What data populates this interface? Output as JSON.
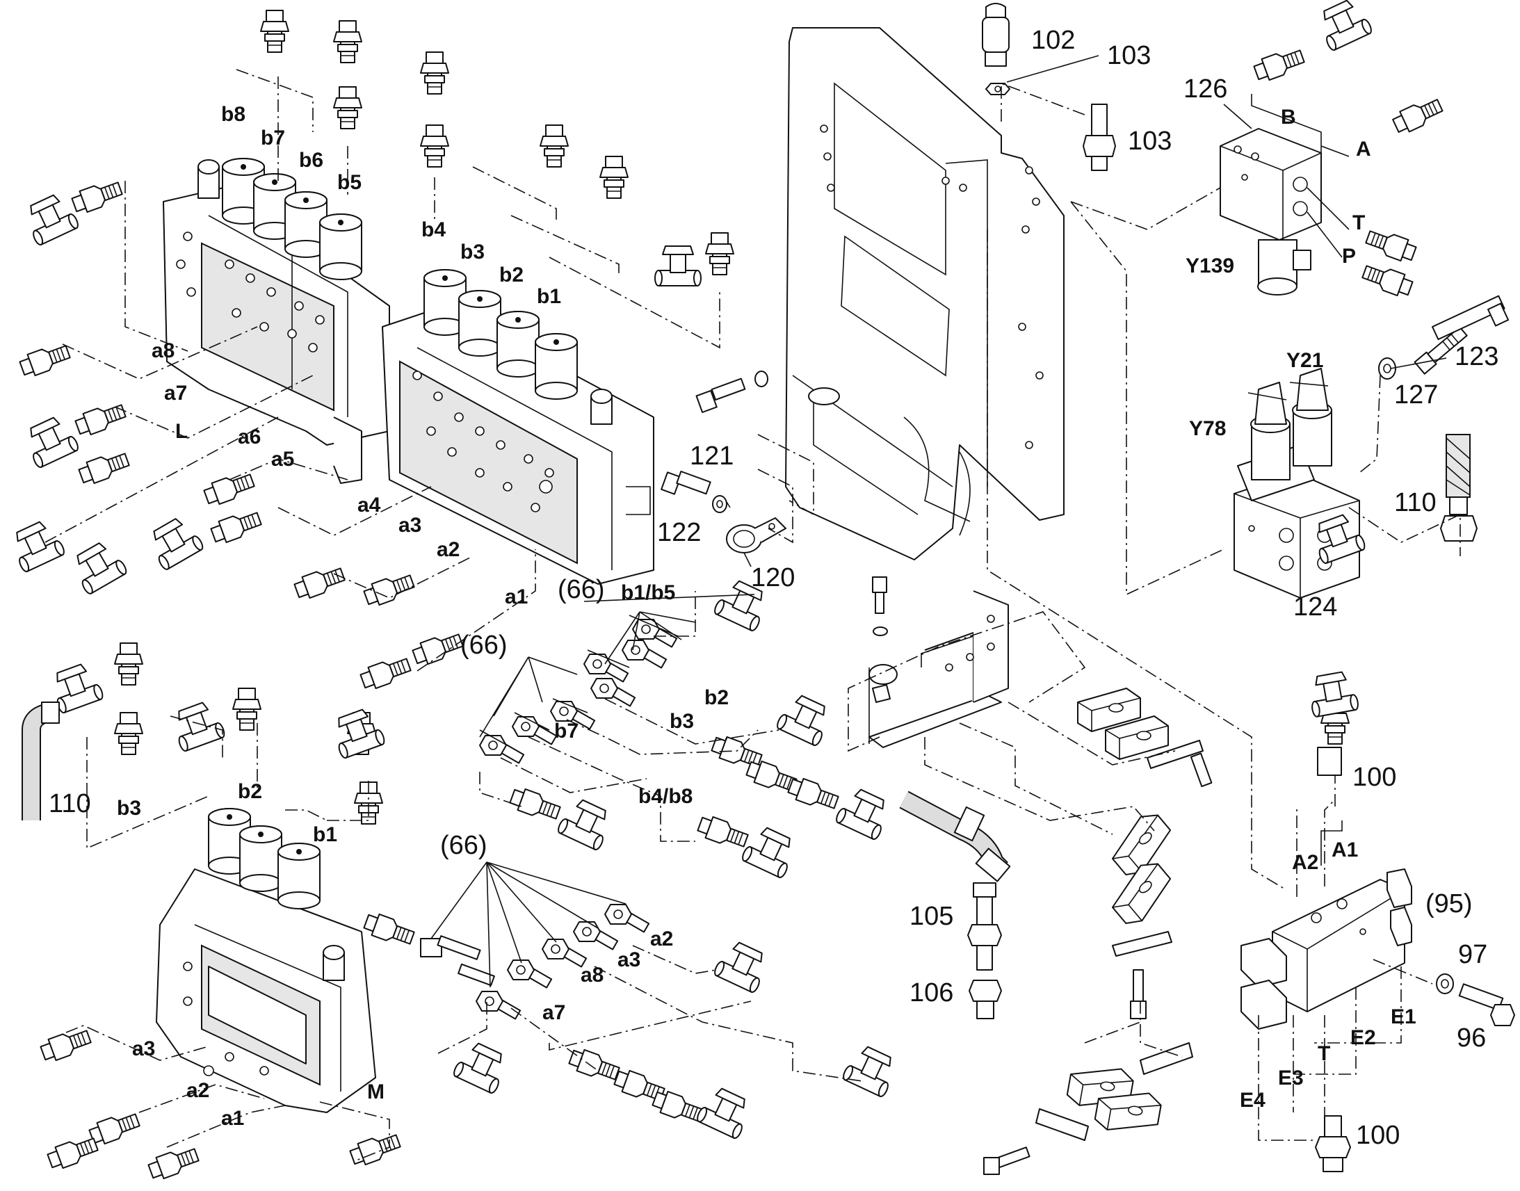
{
  "labels": {
    "p102": "102",
    "p103a": "103",
    "p103b": "103",
    "p126": "126",
    "pB": "B",
    "pA": "A",
    "pT": "T",
    "pP": "P",
    "pY139": "Y139",
    "p123": "123",
    "pY21": "Y21",
    "pY78": "Y78",
    "p127": "127",
    "p110a": "110",
    "p124": "124",
    "b8": "b8",
    "b7": "b7",
    "b6": "b6",
    "b5": "b5",
    "b4": "b4",
    "b3": "b3",
    "b2": "b2",
    "b1": "b1",
    "a8": "a8",
    "a7": "a7",
    "L": "L",
    "a6": "a6",
    "a5": "a5",
    "a4": "a4",
    "a3": "a3",
    "a2": "a2",
    "a1": "a1",
    "p121": "121",
    "p122": "122",
    "p120": "120",
    "p66a": "(66)",
    "pb1b5": "b1/b5",
    "p66b": "(66)",
    "pb2r": "b2",
    "pb3r": "b3",
    "pb7r": "b7",
    "pb4b8": "b4/b8",
    "p100a": "100",
    "pA2": "A2",
    "pA1": "A1",
    "p95": "(95)",
    "p97": "97",
    "p96": "96",
    "pE1": "E1",
    "pE2": "E2",
    "pE3": "E3",
    "pE4": "E4",
    "pTlow": "T",
    "p100b": "100",
    "p105": "105",
    "p106": "106",
    "p110b": "110",
    "lb3": "b3",
    "lb2": "b2",
    "lb1": "b1",
    "p66c": "(66)",
    "la2r": "a2",
    "la3r": "a3",
    "la8r": "a8",
    "la7r": "a7",
    "la3": "a3",
    "la2": "a2",
    "la1": "a1",
    "lM": "M"
  }
}
